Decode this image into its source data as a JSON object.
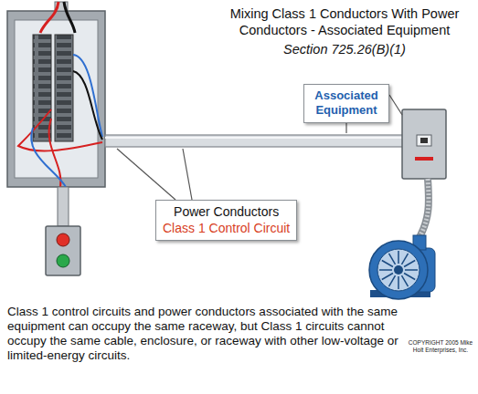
{
  "diagram": {
    "title": "Mixing Class 1 Conductors With Power Conductors - Associated Equipment",
    "caption": "Class 1 control circuits and power conductors associated with the same equipment can occupy the same raceway, but Class 1 circuits cannot occupy the same cable, enclosure, or raceway with other low-voltage or limited-energy circuits.",
    "nodes": [
      {
        "text": [
          "Associated Equipment"
        ]
      },
      {
        "text": [
          "Power Conductors",
          "Class 1 Control Circuit"
        ]
      }
    ],
    "labels": [
      "Section 725.26(B)(1)",
      "COPYRIGHT 2005 Mike Holt Enterprises, Inc."
    ]
  }
}
